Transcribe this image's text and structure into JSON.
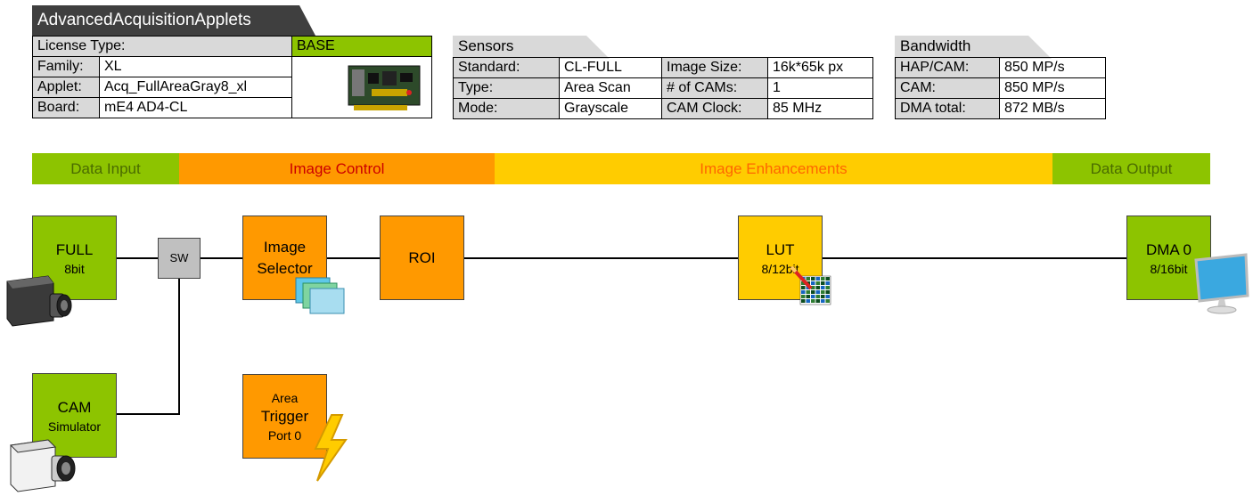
{
  "header": {
    "title": "AdvancedAcquisitionApplets"
  },
  "license": {
    "license_label": "License Type:",
    "license_value": "BASE",
    "rows": [
      {
        "label": "Family:",
        "value": "XL"
      },
      {
        "label": "Applet:",
        "value": "Acq_FullAreaGray8_xl"
      },
      {
        "label": "Board:",
        "value": "mE4 AD4-CL"
      }
    ]
  },
  "sensors": {
    "title": "Sensors",
    "rows": [
      {
        "label": "Standard:",
        "value": "CL-FULL",
        "label2": "Image Size:",
        "value2": "16k*65k px"
      },
      {
        "label": "Type:",
        "value": "Area Scan",
        "label2": "# of CAMs:",
        "value2": "1"
      },
      {
        "label": "Mode:",
        "value": "Grayscale",
        "label2": "CAM Clock:",
        "value2": "85 MHz"
      }
    ]
  },
  "bandwidth": {
    "title": "Bandwidth",
    "rows": [
      {
        "label": "HAP/CAM:",
        "value": "850 MP/s"
      },
      {
        "label": "CAM:",
        "value": "850 MP/s"
      },
      {
        "label": "DMA total:",
        "value": "872 MB/s"
      }
    ]
  },
  "phases": [
    {
      "label": "Data Input",
      "bg": "#8dc400",
      "color": "#4a6b00"
    },
    {
      "label": "Image Control",
      "bg": "#ff9900",
      "color": "#cc0000"
    },
    {
      "label": "Image Enhancements",
      "bg": "#ffcc00",
      "color": "#ff6600"
    },
    {
      "label": "Data Output",
      "bg": "#8dc400",
      "color": "#4a6b00"
    }
  ],
  "blocks": {
    "full": {
      "line1": "FULL",
      "line2": "8bit"
    },
    "cam_sim": {
      "line1": "CAM",
      "line2": "Simulator"
    },
    "sw": "SW",
    "image_selector": {
      "line1": "Image",
      "line2": "Selector"
    },
    "roi": "ROI",
    "lut": {
      "line1": "LUT",
      "line2": "8/12bit"
    },
    "dma": {
      "line1": "DMA 0",
      "line2": "8/16bit"
    },
    "area_trigger": {
      "line1": "Area",
      "line2": "Trigger",
      "line3": "Port 0"
    }
  },
  "icons": [
    "camera-icon",
    "camera-simulator-icon",
    "image-stack-icon",
    "lut-grid-icon",
    "lightning-icon",
    "monitor-icon",
    "frame-grabber-board-image"
  ]
}
